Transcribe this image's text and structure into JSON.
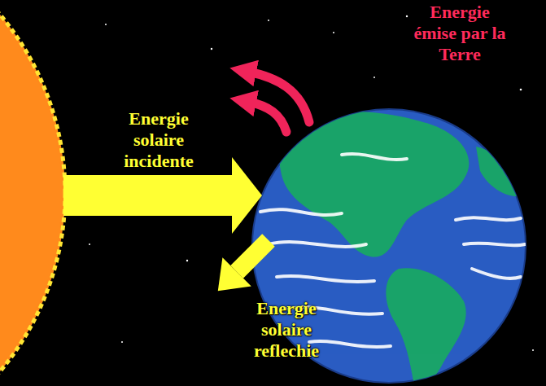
{
  "diagram": {
    "labels": [
      "Energie solaire incidente",
      "Energie émise par la Terre",
      "Energie solaire reflechie"
    ]
  }
}
